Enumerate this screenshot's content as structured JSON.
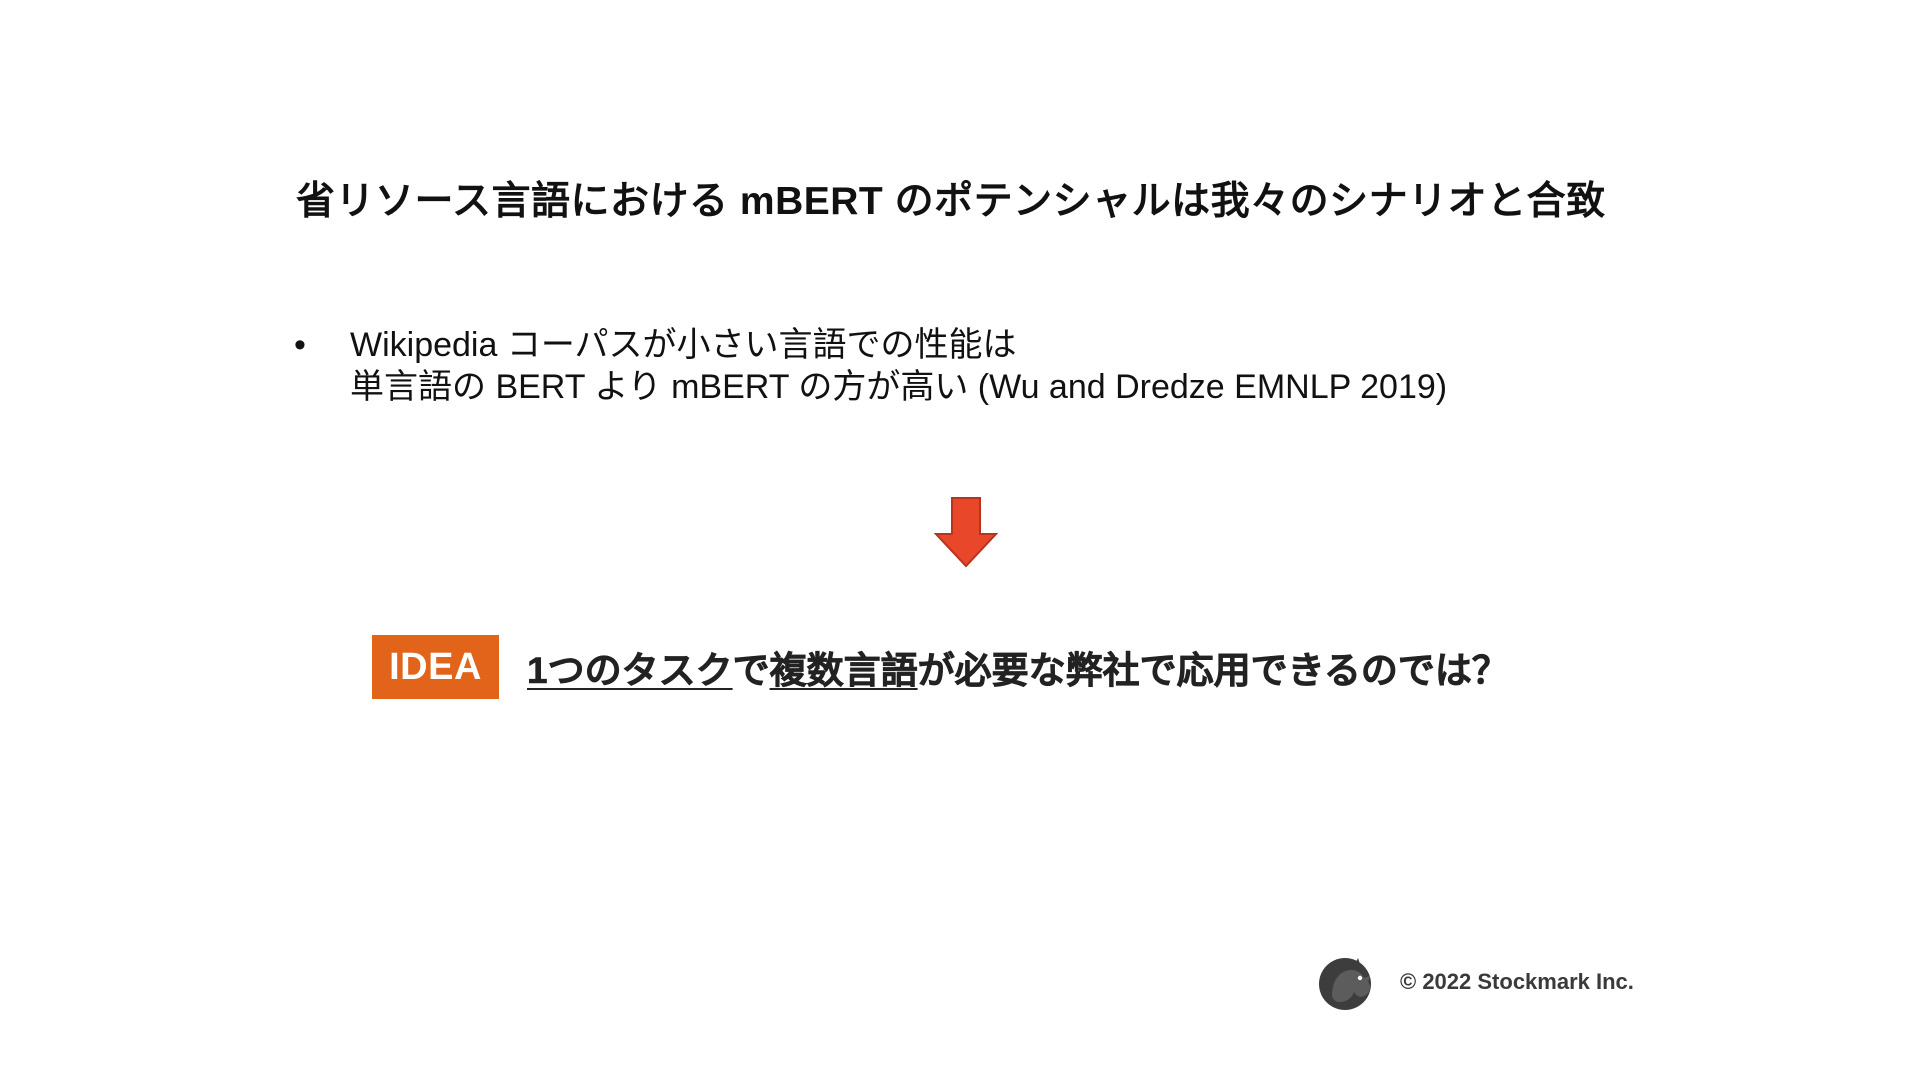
{
  "slide": {
    "title": "省リソース言語における mBERT のポテンシャルは我々のシナリオと合致",
    "bullets": [
      {
        "marker": "•",
        "line1": "Wikipedia コーパスが小さい言語での性能は",
        "line2": "単言語の BERT より mBERT の方が高い (Wu and Dredze EMNLP 2019)"
      }
    ],
    "arrow_icon": "down-arrow-icon",
    "arrow_color": "#e8472a",
    "idea": {
      "badge": "IDEA",
      "badge_color": "#e2631a",
      "segments": [
        {
          "text": "1つのタスク",
          "underline": true
        },
        {
          "text": "で",
          "underline": false
        },
        {
          "text": "複数言語",
          "underline": true
        },
        {
          "text": "が必要な弊社で応用できるのでは？",
          "underline": false
        }
      ]
    }
  },
  "footer": {
    "logo_icon": "squirrel-logo-icon",
    "copyright": "© 2022 Stockmark Inc."
  }
}
